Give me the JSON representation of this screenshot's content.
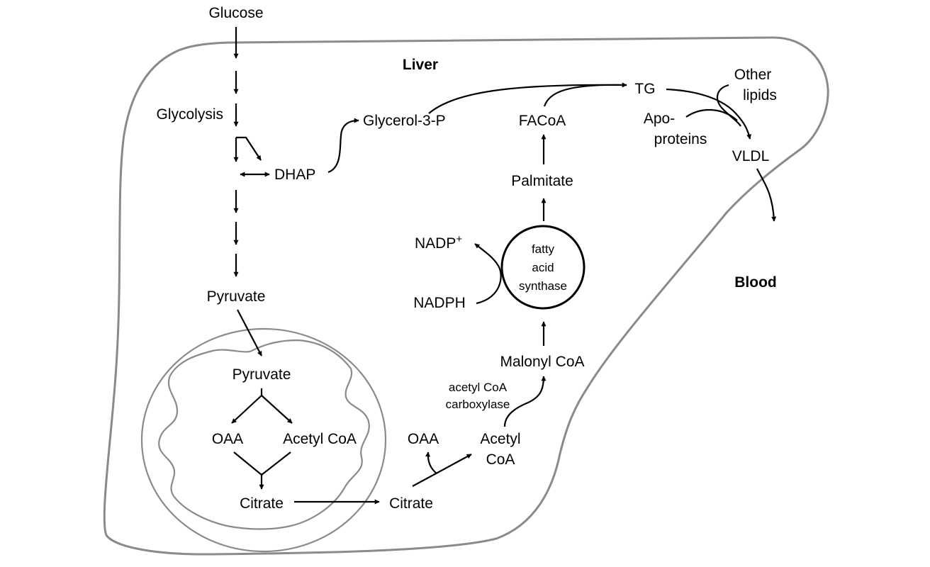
{
  "regions": {
    "liver": "Liver",
    "blood": "Blood"
  },
  "metabolites": {
    "glucose": "Glucose",
    "glycolysis": "Glycolysis",
    "dhap": "DHAP",
    "glycerol3p": "Glycerol-3-P",
    "pyruvate_cytosol": "Pyruvate",
    "pyruvate_mito": "Pyruvate",
    "oaa_mito": "OAA",
    "acetylcoa_mito": "Acetyl CoA",
    "citrate_mito": "Citrate",
    "citrate_cytosol": "Citrate",
    "oaa_cytosol": "OAA",
    "acetylcoa_cytosol_line1": "Acetyl",
    "acetylcoa_cytosol_line2": "CoA",
    "malonylcoa": "Malonyl CoA",
    "nadph": "NADPH",
    "nadp": "NADP",
    "nadp_sup": "+",
    "palmitate": "Palmitate",
    "facoa": "FACoA",
    "tg": "TG",
    "other_lipids_line1": "Other",
    "other_lipids_line2": "lipids",
    "apoproteins_line1": "Apo-",
    "apoproteins_line2": "proteins",
    "vldl": "VLDL"
  },
  "enzymes": {
    "acc_line1": "acetyl CoA",
    "acc_line2": "carboxylase",
    "fas_line1": "fatty",
    "fas_line2": "acid",
    "fas_line3": "synthase"
  }
}
